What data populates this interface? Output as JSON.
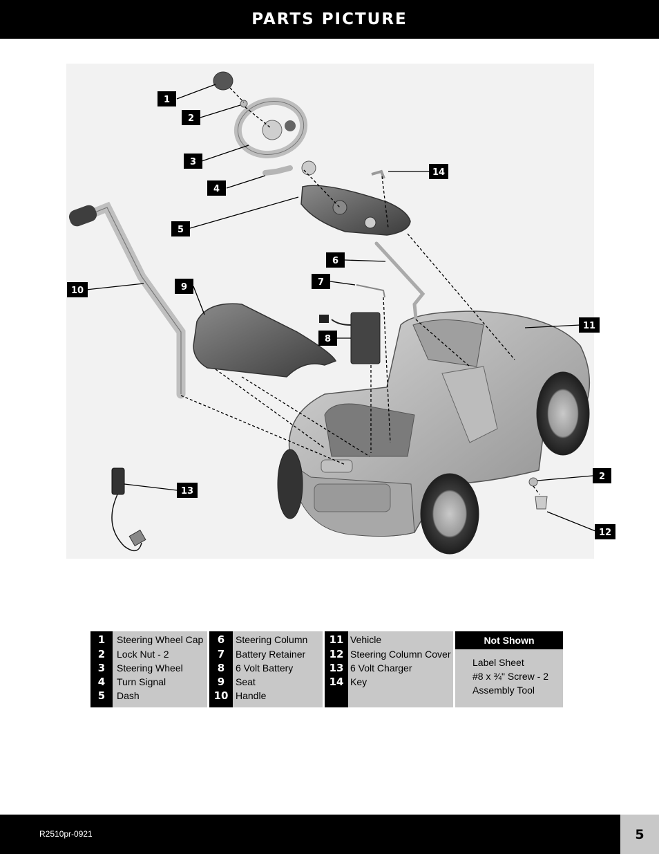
{
  "header": {
    "title": "PARTS PICTURE"
  },
  "callouts": [
    "1",
    "2",
    "3",
    "4",
    "5",
    "6",
    "7",
    "8",
    "9",
    "10",
    "11",
    "2",
    "12",
    "13",
    "14"
  ],
  "parts": {
    "col1": [
      {
        "num": "1",
        "name": "Steering Wheel Cap"
      },
      {
        "num": "2",
        "name": "Lock Nut - 2"
      },
      {
        "num": "3",
        "name": "Steering Wheel"
      },
      {
        "num": "4",
        "name": "Turn Signal"
      },
      {
        "num": "5",
        "name": "Dash"
      }
    ],
    "col2": [
      {
        "num": "6",
        "name": "Steering Column"
      },
      {
        "num": "7",
        "name": "Battery Retainer"
      },
      {
        "num": "8",
        "name": "6 Volt Battery"
      },
      {
        "num": "9",
        "name": "Seat"
      },
      {
        "num": "10",
        "name": "Handle"
      }
    ],
    "col3": [
      {
        "num": "11",
        "name": "Vehicle"
      },
      {
        "num": "12",
        "name": "Steering Column Cover"
      },
      {
        "num": "13",
        "name": "6 Volt Charger"
      },
      {
        "num": "14",
        "name": "Key"
      }
    ]
  },
  "not_shown": {
    "title": "Not Shown",
    "items": [
      "Label Sheet",
      "#8 x ¾\" Screw - 2",
      "Assembly Tool"
    ]
  },
  "footer": {
    "doc_code": "R2510pr-0921",
    "page_number": "5"
  }
}
